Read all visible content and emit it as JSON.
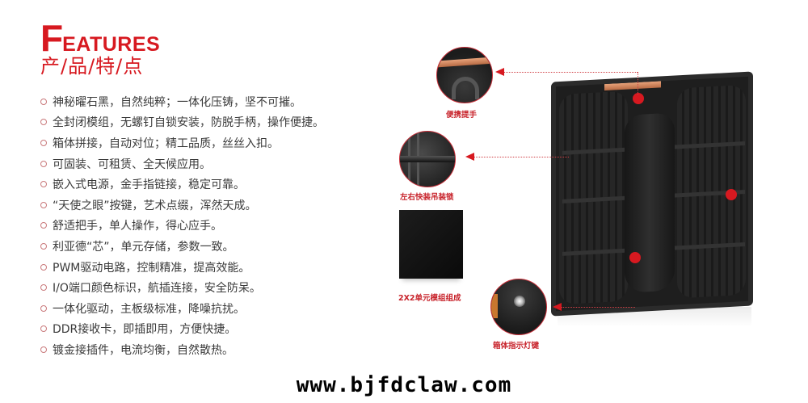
{
  "header": {
    "title_initial": "F",
    "title_rest": "EATURES",
    "subtitle": "产/品/特/点"
  },
  "features": [
    "神秘曜石黑，自然纯粹；一体化压铸，坚不可摧。",
    "全封闭模组，无螺钉自锁安装，防脱手柄，操作便捷。",
    "箱体拼接，自动对位；精工品质，丝丝入扣。",
    "可固装、可租赁、全天候应用。",
    "嵌入式电源，金手指链接，稳定可靠。",
    "“天使之眼”按键，艺术点缀，浑然天成。",
    "舒适把手，单人操作，得心应手。",
    "利亚德“芯”，单元存储，参数一致。",
    "PWM驱动电路，控制精准，提高效能。",
    "I/O端口颜色标识，航插连接，安全防呆。",
    "一体化驱动，主板级标准，降噪抗扰。",
    "DDR接收卡，即插即用，方便快捷。",
    "镀金接插件，电流均衡，自然散热。"
  ],
  "callouts": {
    "handle": "便携提手",
    "lock": "左右快装吊装锁",
    "module": "2X2单元模组组成",
    "indicator": "箱体指示灯键"
  },
  "colors": {
    "accent": "#d71920",
    "text": "#3a3a3a",
    "bullet": "#c9797b"
  },
  "footer": {
    "url": "www.bjfdclaw.com"
  }
}
